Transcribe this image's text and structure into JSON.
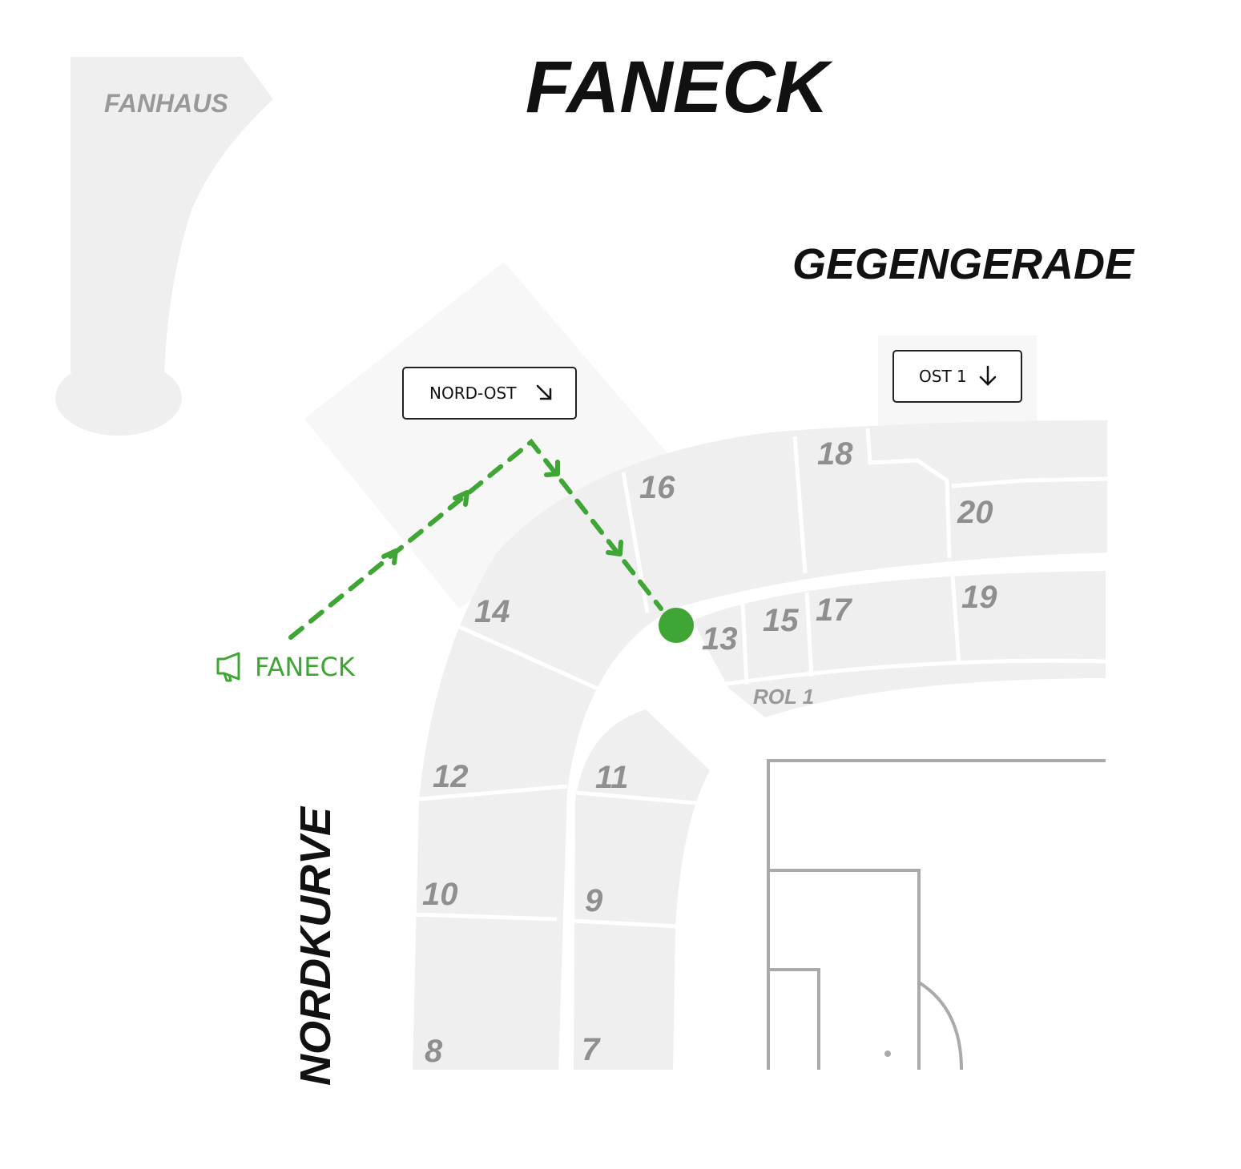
{
  "title": "FANECK",
  "areas": {
    "fanhaus": "FANHAUS",
    "gegengerade": "GEGENGERADE",
    "nordkurve": "NORDKURVE"
  },
  "gates": {
    "nord_ost": "NORD-OST",
    "ost_1": "OST 1"
  },
  "blocks": [
    "18",
    "16",
    "20",
    "14",
    "19",
    "15",
    "17",
    "13",
    "ROL 1",
    "12",
    "11",
    "10",
    "9",
    "8",
    "7"
  ],
  "faneck_marker": {
    "label": "FANECK",
    "icon": "megaphone-icon"
  },
  "colors": {
    "route": "#3fa535",
    "sector": "#efefef",
    "label_gray": "#999999",
    "pitch_lines": "#aaaaaa"
  }
}
